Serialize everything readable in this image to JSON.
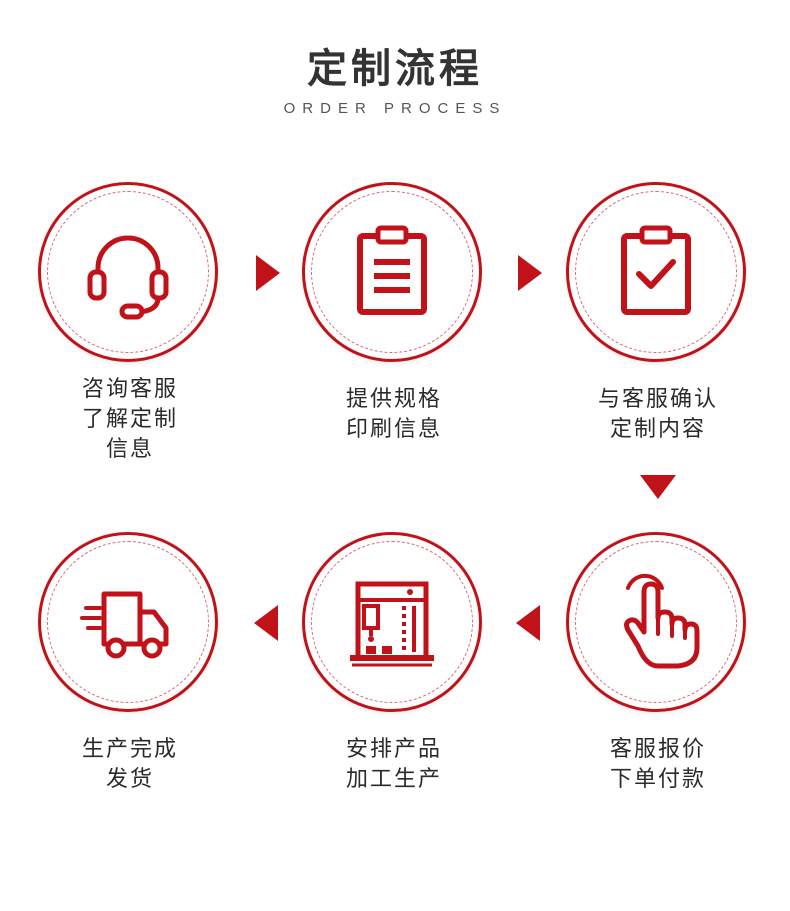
{
  "header": {
    "title": "定制流程",
    "subtitle": "ORDER PROCESS"
  },
  "colors": {
    "accent": "#c1121a",
    "text": "#2b2b2b"
  },
  "steps": [
    {
      "icon": "headset-icon",
      "lines": [
        "咨询客服",
        "了解定制",
        "信息"
      ]
    },
    {
      "icon": "clipboard-list-icon",
      "lines": [
        "提供规格",
        "印刷信息"
      ]
    },
    {
      "icon": "clipboard-check-icon",
      "lines": [
        "与客服确认",
        "定制内容"
      ]
    },
    {
      "icon": "pointing-hand-icon",
      "lines": [
        "客服报价",
        "下单付款"
      ]
    },
    {
      "icon": "machine-icon",
      "lines": [
        "安排产品",
        "加工生产"
      ]
    },
    {
      "icon": "delivery-truck-icon",
      "lines": [
        "生产完成",
        "发货"
      ]
    }
  ]
}
